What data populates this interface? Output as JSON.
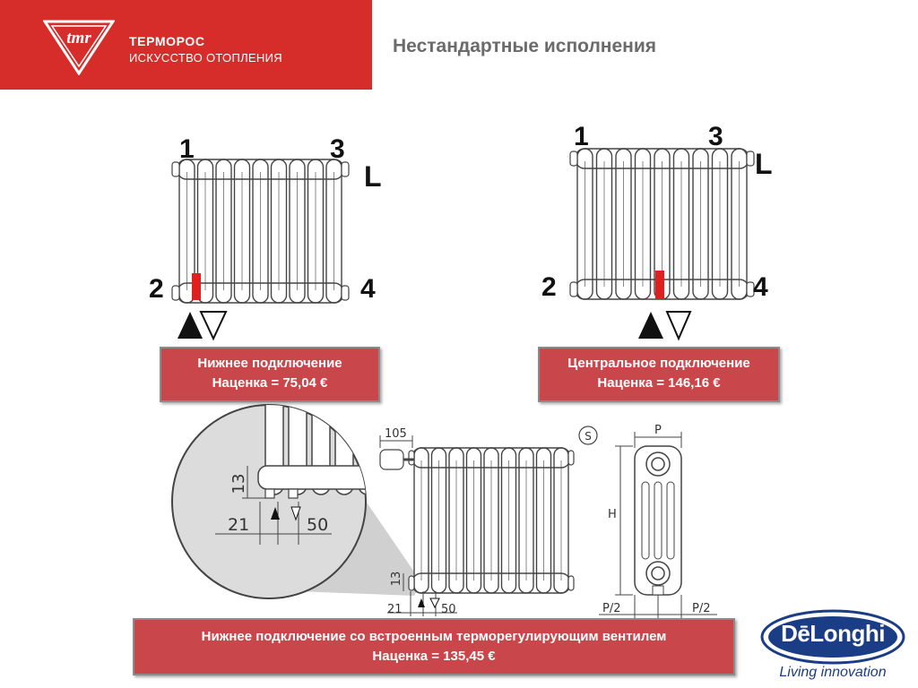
{
  "header": {
    "brand_name": "ТЕРМОРОС",
    "brand_tagline": "ИСКУССТВО ОТОПЛЕНИЯ",
    "logo_text": "tmr",
    "band_color": "#d62d2b"
  },
  "page_title": "Нестандартные исполнения",
  "diagram_left": {
    "labels": {
      "p1": "1",
      "p2": "2",
      "p3": "3",
      "p4": "4",
      "side": "L"
    },
    "caption_line1": "Нижнее подключение",
    "caption_line2": "Наценка = 75,04 €"
  },
  "diagram_right": {
    "labels": {
      "p1": "1",
      "p2": "2",
      "p3": "3",
      "p4": "4",
      "side": "L"
    },
    "caption_line1": "Центральное подключение",
    "caption_line2": "Наценка = 146,16 €"
  },
  "technical_drawing": {
    "zoom_dim_height": "13",
    "zoom_dim_left": "21",
    "zoom_dim_right": "50",
    "front_dim_width": "105",
    "front_dim_height": "13",
    "front_dim_left": "21",
    "front_dim_right": "50",
    "symbol_s": "S",
    "side_dim_top": "P",
    "side_dim_height": "H",
    "side_dim_bottom_left": "P/2",
    "side_dim_bottom_right": "P/2"
  },
  "bottom_caption": {
    "line1": "Нижнее подключение со встроенным терморегулирующим вентилем",
    "line2": "Наценка = 135,45 €"
  },
  "footer_logo": {
    "brand": "DēLonghi",
    "tagline": "Living innovation"
  },
  "colors": {
    "accent_red": "#d62d2b",
    "caption_box": "#c9464a",
    "valve_marker": "#e02020",
    "logo_blue": "#1b3d86"
  }
}
